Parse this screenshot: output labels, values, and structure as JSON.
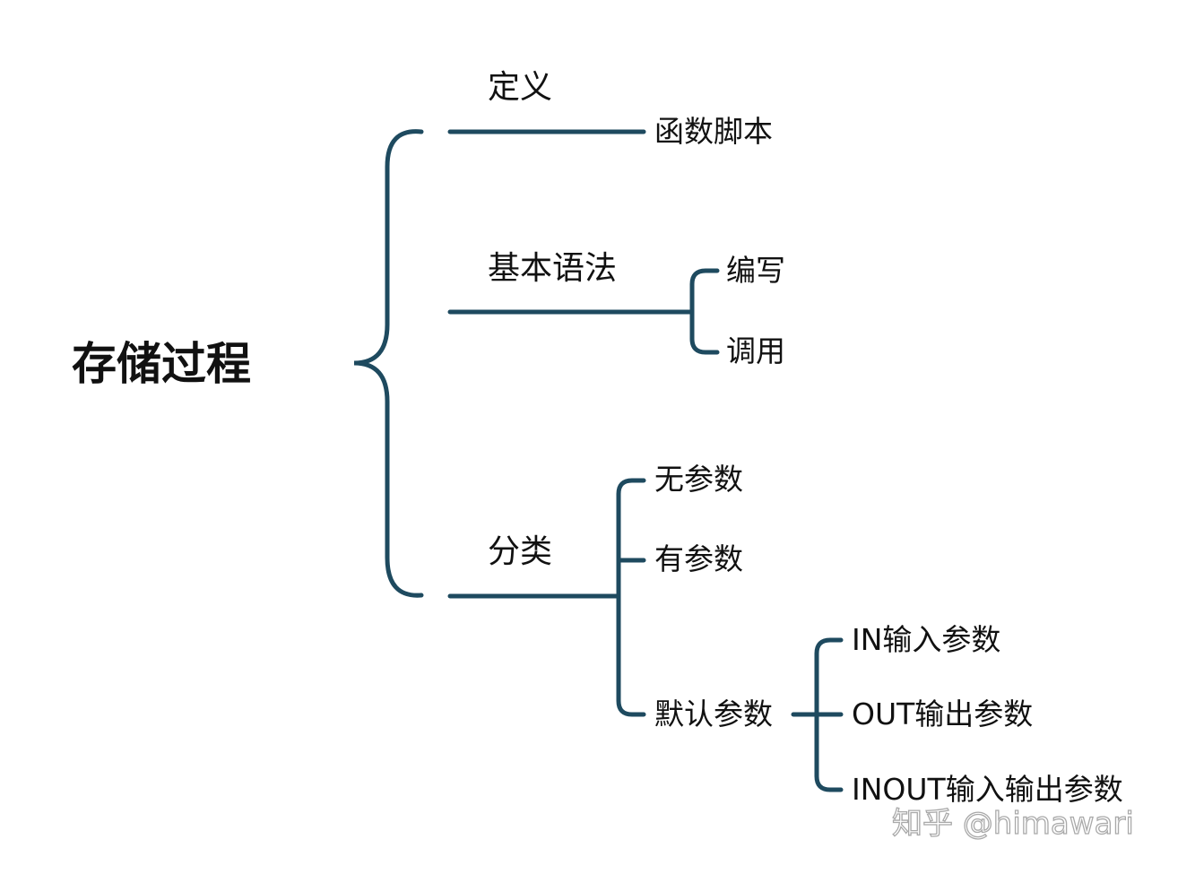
{
  "root": {
    "label": "存储过程"
  },
  "branches": [
    {
      "label": "定义",
      "children": [
        "函数脚本"
      ]
    },
    {
      "label": "基本语法",
      "children": [
        "编写",
        "调用"
      ]
    },
    {
      "label": "分类",
      "children": [
        {
          "label": "无参数"
        },
        {
          "label": "有参数"
        },
        {
          "label": "默认参数",
          "children": [
            "IN输入参数",
            "OUT输出参数",
            "INOUT输入输出参数"
          ]
        }
      ]
    }
  ],
  "watermark": "知乎 @himawari",
  "colors": {
    "connector": "#1e4a5f",
    "text": "#111111",
    "background": "#ffffff"
  }
}
